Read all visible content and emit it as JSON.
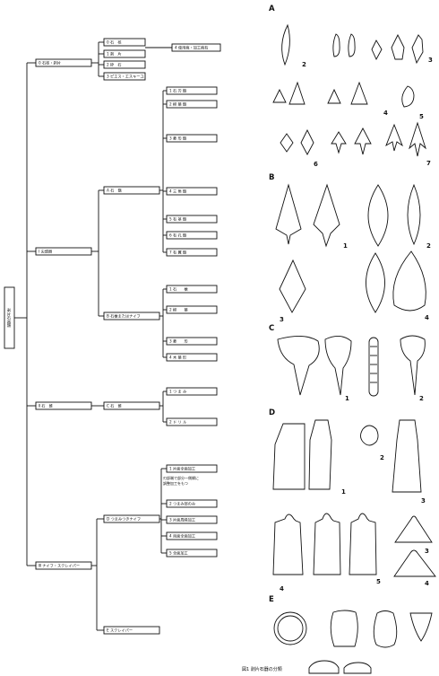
{
  "tree": {
    "root": "剥片石器類",
    "branches": [
      {
        "label": "0 石核・剥片",
        "children": [
          "0 石　核",
          "1 剥　片",
          "2 砕　石",
          "3 ピエス・エスキーユ"
        ],
        "leaf": "4 使用痕・加工痕有"
      },
      {
        "label": "Ⅰ 尖頭器",
        "children": [
          {
            "label": "A 石　鏃",
            "children": [
              "1 石 刃 鏃",
              "2 柳 葉 鏃",
              "3 菱 形 鏃",
              "4 三 角 鏃",
              "5 有 茎 鏃",
              "6 有 孔 鏃",
              "7 有 翼 鏃"
            ]
          },
          {
            "label": "B 石槍またはナイフ",
            "children": [
              "1 石　　槍",
              "2 柳　　葉",
              "3 菱　　形",
              "4 木 葉 形"
            ]
          }
        ]
      },
      {
        "label": "Ⅱ 石　錐",
        "children": [
          {
            "label": "C 石　錐",
            "children": [
              "1 つ ま み",
              "2 ド リ ル"
            ]
          }
        ]
      },
      {
        "label": "Ⅲ ナイフ・スクレイパー",
        "children": [
          {
            "label": "D つまみつきナイフ",
            "children": [
              "1 片面全面加工",
              "2 つまみ部のみ",
              "3 片面周縁加工",
              "4 両面全面加工",
              "5 全面加工"
            ]
          },
          {
            "label": "E スクレイパー",
            "children": []
          }
        ]
      }
    ],
    "note": "刃部端で部分一側縁に調整加工をもつ"
  },
  "plates": {
    "sections": [
      "A",
      "B",
      "C",
      "D",
      "E"
    ],
    "numbers": {
      "A": [
        "2",
        "3",
        "4",
        "5",
        "6",
        "7"
      ],
      "B": [
        "1",
        "2",
        "3",
        "4"
      ],
      "C": [
        "1",
        "2"
      ],
      "D": [
        "1",
        "2",
        "3",
        "4",
        "5",
        "3",
        "4"
      ]
    }
  },
  "caption": "図1 剥片石器の分類"
}
